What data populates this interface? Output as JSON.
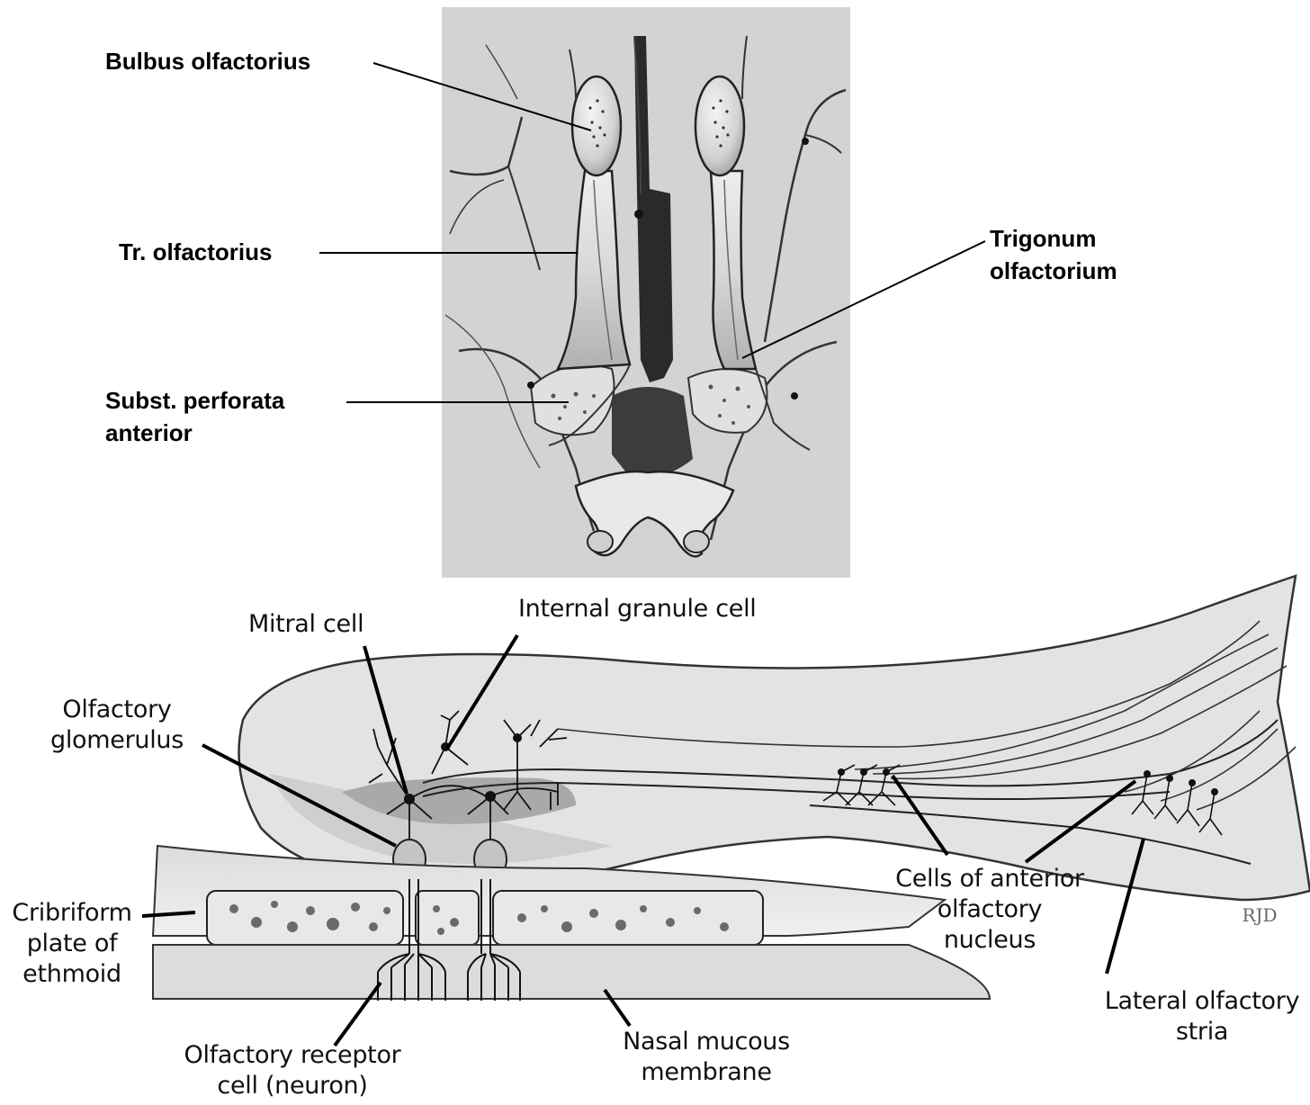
{
  "colors": {
    "top_panel_bg": "#d3d3d3",
    "tissue_light": "#f2f2f2",
    "tissue_mid": "#b9b9b9",
    "tissue_dark": "#3a3a3a",
    "line": "#000000"
  },
  "top_labels": {
    "bulbus": "Bulbus olfactorius",
    "tractus": "Tr. olfactorius",
    "trigonum_1": "Trigonum",
    "trigonum_2": "olfactorium",
    "subst_1": "Subst. perforata",
    "subst_2": "anterior"
  },
  "bottom_labels": {
    "mitral_cell": "Mitral cell",
    "internal_granule_cell": "Internal granule cell",
    "glomerulus_1": "Olfactory",
    "glomerulus_2": "glomerulus",
    "cribriform_1": "Cribriform",
    "cribriform_2": "plate of",
    "cribriform_3": "ethmoid",
    "anterior_nucleus_1": "Cells of anterior",
    "anterior_nucleus_2": "olfactory",
    "anterior_nucleus_3": "nucleus",
    "receptor_1": "Olfactory receptor",
    "receptor_2": "cell (neuron)",
    "mucous_1": "Nasal mucous",
    "mucous_2": "membrane",
    "stria_1": "Lateral olfactory",
    "stria_2": "stria",
    "signature": "RJD"
  }
}
